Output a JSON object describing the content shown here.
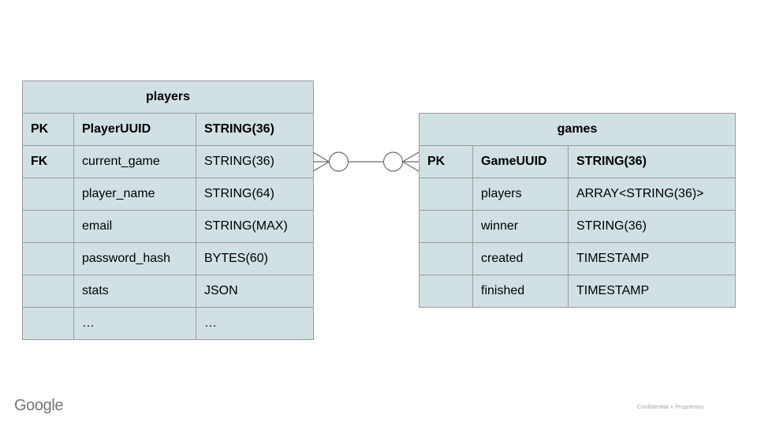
{
  "slide": {
    "background": "#ffffff"
  },
  "diagram": {
    "colors": {
      "table_fill": "#d0e0e3",
      "table_border": "#9c9c9c",
      "connector": "#6b6b6b",
      "text": "#000000"
    },
    "tables": [
      {
        "name": "players",
        "title": "players",
        "rows": [
          {
            "key": "PK",
            "field": "PlayerUUID",
            "type": "STRING(36)",
            "bold": true
          },
          {
            "key": "FK",
            "field": "current_game",
            "type": "STRING(36)",
            "bold": false
          },
          {
            "key": "",
            "field": "player_name",
            "type": "STRING(64)",
            "bold": false
          },
          {
            "key": "",
            "field": "email",
            "type": "STRING(MAX)",
            "bold": false
          },
          {
            "key": "",
            "field": "password_hash",
            "type": "BYTES(60)",
            "bold": false
          },
          {
            "key": "",
            "field": "stats",
            "type": "JSON",
            "bold": false
          },
          {
            "key": "",
            "field": "…",
            "type": "…",
            "bold": false
          }
        ]
      },
      {
        "name": "games",
        "title": "games",
        "rows": [
          {
            "key": "PK",
            "field": "GameUUID",
            "type": "STRING(36)",
            "bold": true
          },
          {
            "key": "",
            "field": "players",
            "type": "ARRAY<STRING(36)>",
            "bold": false
          },
          {
            "key": "",
            "field": "winner",
            "type": "STRING(36)",
            "bold": false
          },
          {
            "key": "",
            "field": "created",
            "type": "TIMESTAMP",
            "bold": false
          },
          {
            "key": "",
            "field": "finished",
            "type": "TIMESTAMP",
            "bold": false
          }
        ]
      }
    ],
    "relationship": {
      "type": "many-to-many",
      "left_notation": "zero-or-many (circle + crow's foot)",
      "right_notation": "zero-or-many (circle + crow's foot)"
    }
  },
  "footer": {
    "logo_text": "Google",
    "note": "Confidential + Proprietary"
  }
}
